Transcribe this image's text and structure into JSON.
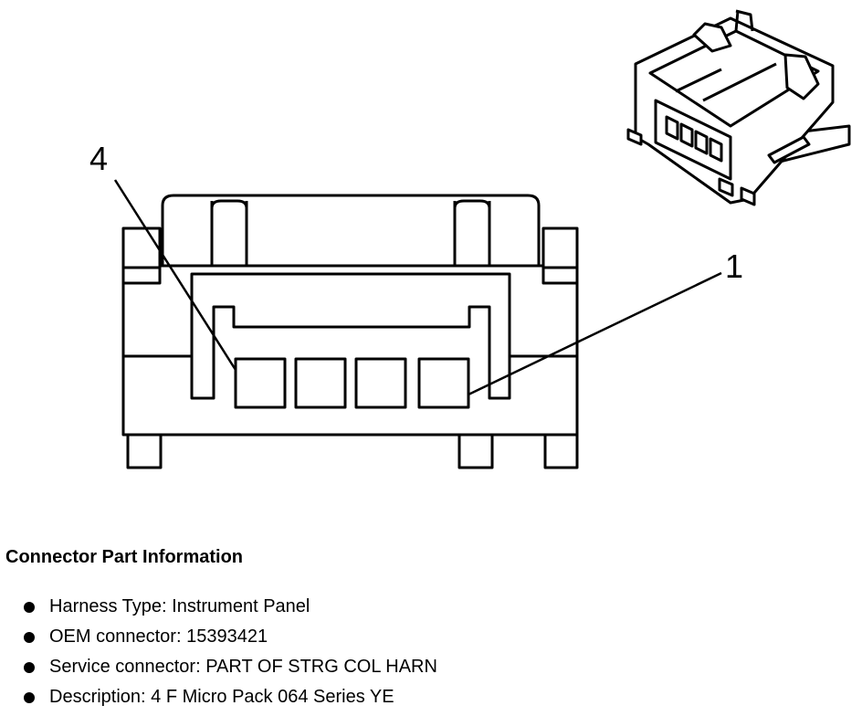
{
  "diagram": {
    "pin_labels": {
      "pin_4": "4",
      "pin_1": "1"
    }
  },
  "connector_info": {
    "title": "Connector Part Information",
    "items": [
      {
        "key": "Harness Type",
        "value": "Instrument Panel"
      },
      {
        "key": "OEM connector",
        "value": "15393421"
      },
      {
        "key": "Service connector",
        "value": "PART OF STRG COL HARN"
      },
      {
        "key": "Description",
        "value": "4 F Micro Pack 064 Series YE"
      }
    ]
  }
}
